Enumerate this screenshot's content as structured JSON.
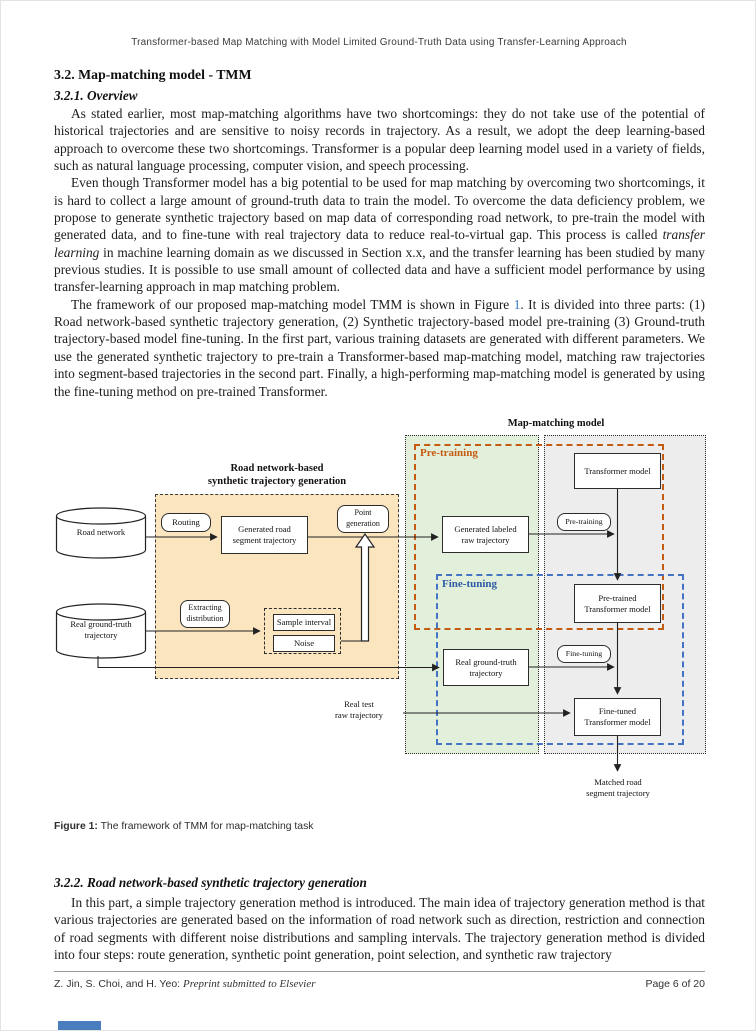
{
  "header": {
    "running_head": "Transformer-based Map Matching with Model Limited Ground-Truth Data using Transfer-Learning Approach"
  },
  "sections": {
    "s32": {
      "title": "3.2.  Map-matching model - TMM"
    },
    "s321": {
      "title": "3.2.1.  Overview",
      "p1": "As stated earlier, most map-matching algorithms have two shortcomings: they do not take use of the potential of historical trajectories and are sensitive to noisy records in trajectory. As a result, we adopt the deep learning-based approach to overcome these two shortcomings. Transformer is a popular deep learning model used in a variety of fields, such as natural language processing, computer vision, and speech processing.",
      "p2_pre": "Even though Transformer model has a big potential to be used for map matching by overcoming two shortcomings, it is hard to collect a large amount of ground-truth data to train the model. To overcome the data deficiency problem, we propose to generate synthetic trajectory based on map data of corresponding road network, to pre-train the model with generated data, and to fine-tune with real trajectory data to reduce real-to-virtual gap. This process is called ",
      "p2_italic": "transfer learning",
      "p2_post": " in machine learning domain as we discussed in Section x.x, and the transfer learning has been studied by many previous studies. It is possible to use small amount of collected data and have a sufficient model performance by using transfer-learning approach in map matching problem.",
      "p3_pre": "The framework of our proposed map-matching model TMM is shown in Figure ",
      "p3_link": "1",
      "p3_post": ". It is divided into three parts: (1) Road network-based synthetic trajectory generation, (2) Synthetic trajectory-based model pre-training (3) Ground-truth trajectory-based model fine-tuning. In the first part, various training datasets are generated with different parameters. We use the generated synthetic trajectory to pre-train a Transformer-based map-matching model, matching raw trajectories into segment-based trajectories in the second part. Finally, a high-performing map-matching model is generated by using the fine-tuning method on pre-trained Transformer."
    },
    "s322": {
      "title": "3.2.2.  Road network-based synthetic trajectory generation",
      "p1": "In this part, a simple trajectory generation method is introduced. The main idea of trajectory generation method is that various trajectories are generated based on the information of road network such as direction, restriction and connection of road segments with different noise distributions and sampling intervals. The trajectory generation method is divided into four steps: route generation, synthetic point generation, point selection, and synthetic raw trajectory"
    }
  },
  "figure": {
    "caption_label": "Figure 1:",
    "caption_text": " The framework of TMM for map-matching task",
    "diagram": {
      "titles": {
        "left_group": "Road network-based\nsynthetic trajectory generation",
        "right_group": "Map-matching model"
      },
      "region_labels": {
        "pretraining": "Pre-training",
        "finetuning": "Fine-tuning"
      },
      "nodes": {
        "road_network_cyl": "Road network",
        "real_gt_cyl": "Real ground-truth\ntrajectory",
        "routing": "Routing",
        "generated_road": "Generated road\nsegment trajectory",
        "point_generation": "Point\ngeneration",
        "extracting": "Extracting\ndistribution",
        "sample_interval": "Sample interval",
        "noise": "Noise",
        "generated_labeled": "Generated labeled\nraw trajectory",
        "transformer_model": "Transformer model",
        "pretraining_arrow_label": "Pre-training",
        "pretrained_model": "Pre-trained\nTransformer model",
        "real_gt_box": "Real ground-truth\ntrajectory",
        "finetuning_arrow_label": "Fine-tuning",
        "finetuned_model": "Fine-tuned\nTransformer model",
        "real_test_text": "Real test\nraw trajectory",
        "matched_text": "Matched road\nsegment trajectory"
      },
      "colors": {
        "group_yellow": "#fae5bf",
        "group_green": "#e2efda",
        "group_gray": "#ededed",
        "pretraining_orange": "#c55a11",
        "finetuning_blue": "#4472c4",
        "finetuning_blue2": "#2e5ca6",
        "link_blue": "#3b7bbf",
        "accent_bar": "#4a7dbe"
      }
    }
  },
  "footer": {
    "authors": "Z. Jin, S. Choi, and H. Yeo: ",
    "preprint": "Preprint submitted to Elsevier",
    "page_info": "Page 6 of 20"
  }
}
